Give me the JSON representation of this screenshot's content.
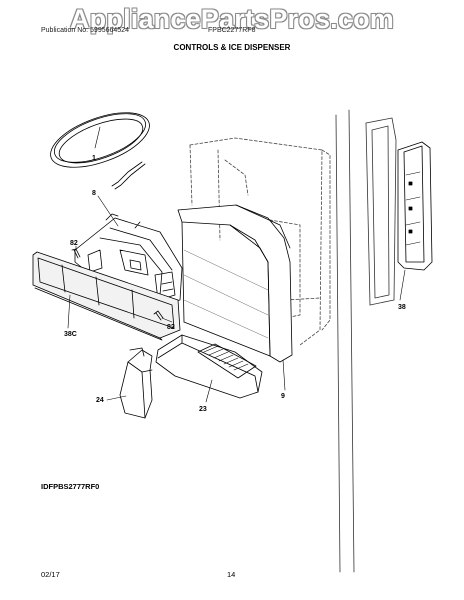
{
  "header": {
    "watermark": "AppliancePartsPros.com",
    "publication": "Publication No: 5995664524",
    "model": "FPBC2277RF8",
    "section_title": "CONTROLS & ICE DISPENSER"
  },
  "diagram": {
    "part_labels": {
      "p1": "1",
      "p8": "8",
      "p82a": "82",
      "p38c": "38C",
      "p82b": "82",
      "p24": "24",
      "p23": "23",
      "p9": "9",
      "p38": "38"
    },
    "figure_id": "IDFPBS2777RF0"
  },
  "footer": {
    "date": "02/17",
    "page_number": "14"
  }
}
